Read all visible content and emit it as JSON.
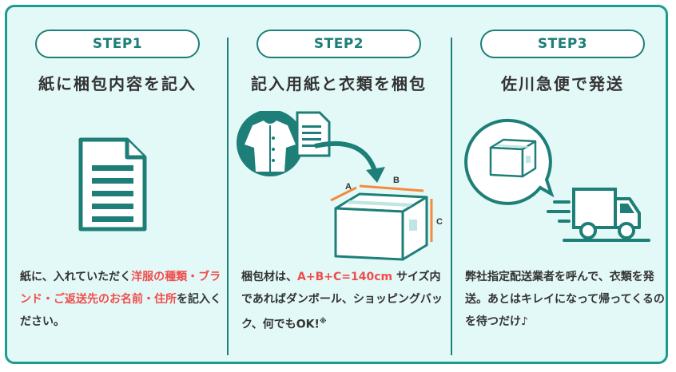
{
  "colors": {
    "accent": "#1d7f78",
    "frame_border": "#1d9b8c",
    "background": "#e3f9f7",
    "highlight": "#f04c4c",
    "dimension": "#f58a3c"
  },
  "steps": [
    {
      "label": "STEP1",
      "title": "紙に梱包内容を記入",
      "desc": {
        "part1": "紙に、入れていただく",
        "highlight1": "洋服の種類・ブランド・ご返送先のお名前・住所",
        "part2": "を記入ください。"
      },
      "icon": "document-icon"
    },
    {
      "label": "STEP2",
      "title": "記入用紙と衣類を梱包",
      "desc": {
        "part1": "梱包材は、",
        "highlight1": "A+B+C=140cm",
        "part2": " サイズ内であればダンボール、ショッピングバック、何でもOK!",
        "note": "※"
      },
      "dimensions": {
        "a": "A",
        "b": "B",
        "c": "C"
      },
      "icon": "clothes-box-icon"
    },
    {
      "label": "STEP3",
      "title": "佐川急便で発送",
      "desc": {
        "part1": "弊社指定配送業者を呼んで、衣類を発送。あとはキレイになって帰ってくるのを待つだけ♪"
      },
      "icon": "delivery-truck-icon"
    }
  ]
}
